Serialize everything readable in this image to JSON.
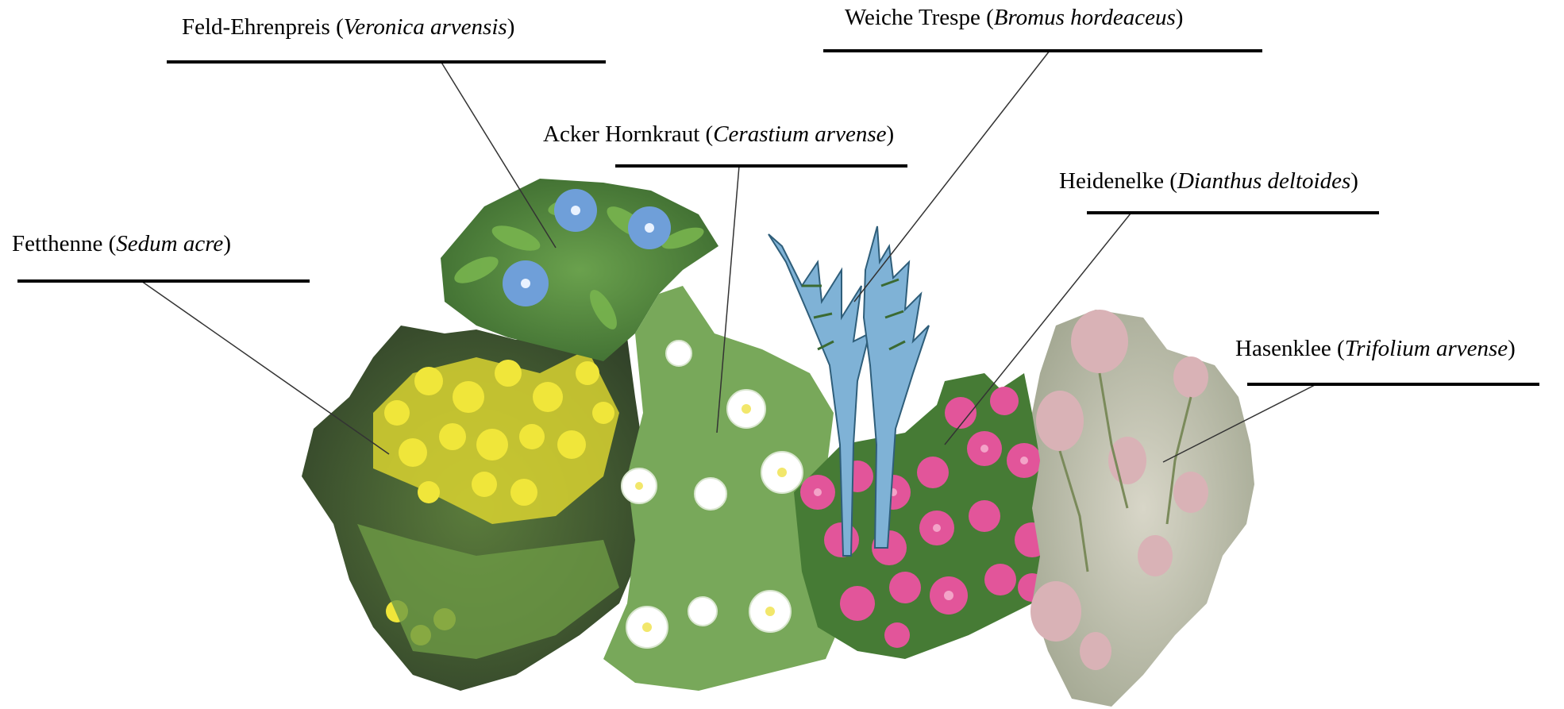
{
  "labels": [
    {
      "id": "feld-ehrenpreis",
      "common": "Feld-Ehrenpreis",
      "latin": "Veronica arvensis"
    },
    {
      "id": "weiche-trespe",
      "common": "Weiche Trespe",
      "latin": "Bromus hordeaceus"
    },
    {
      "id": "acker-hornkraut",
      "common": "Acker Hornkraut",
      "latin": "Cerastium arvense"
    },
    {
      "id": "heidenelke",
      "common": "Heidenelke",
      "latin": "Dianthus deltoides"
    },
    {
      "id": "fetthenne",
      "common": "Fetthenne",
      "latin": "Sedum acre"
    },
    {
      "id": "hasenklee",
      "common": "Hasenklee",
      "latin": "Trifolium arvense"
    }
  ],
  "colors": {
    "sedum": "#e8df2e",
    "veronica": "#6f9fd9",
    "cerastium": "#ffffff",
    "bromus": "#7fb2d6",
    "dianthus": "#e2559a",
    "trifolium": "#d9b2b6",
    "foliage": "#4f8a3c"
  }
}
